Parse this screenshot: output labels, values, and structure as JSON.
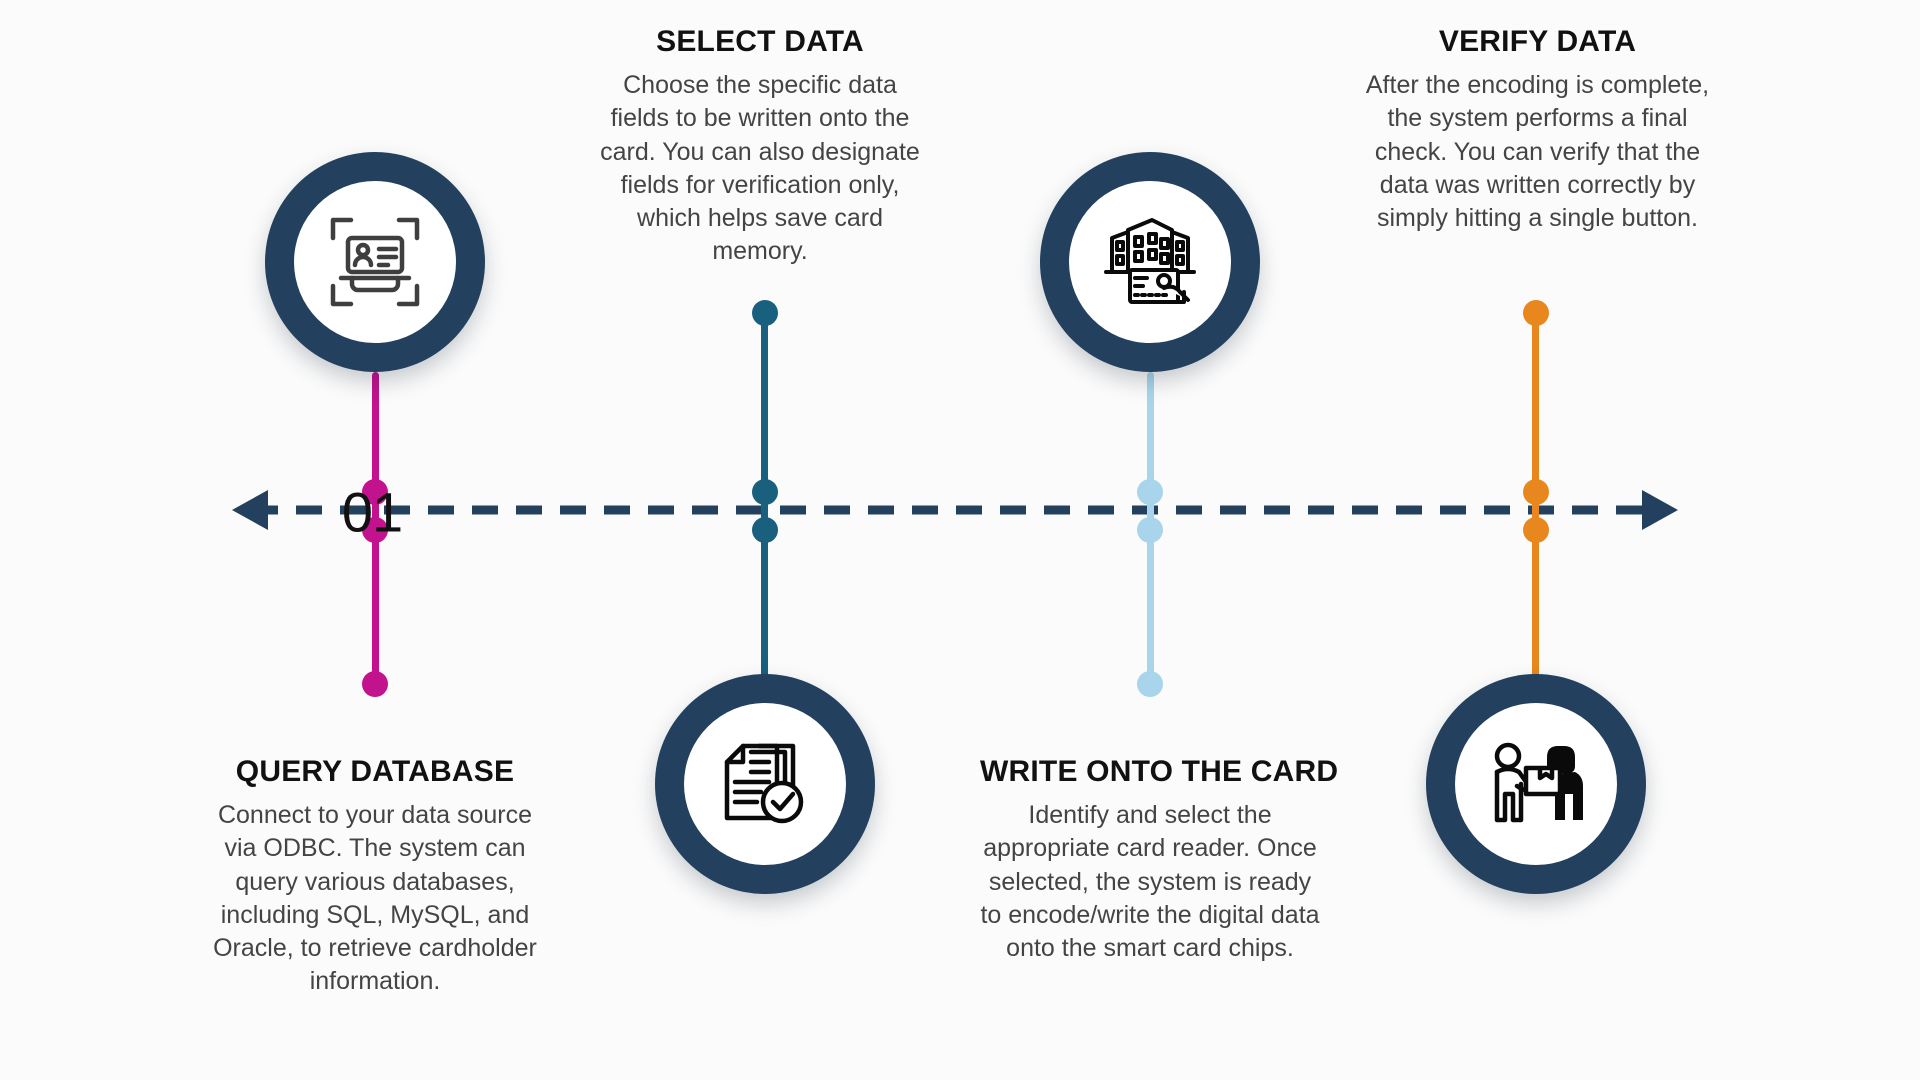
{
  "diagram": {
    "type": "timeline-process",
    "orientation": "horizontal",
    "axis": {
      "label": "process-timeline",
      "style": "dashed",
      "color": "#23405E",
      "left_arrow": "◀",
      "right_arrow": "▶"
    },
    "colors": {
      "circle_ring": "#23405E",
      "circle_fill": "#FFFFFF",
      "axis": "#23405E",
      "title": "#111111",
      "body": "#444444",
      "background": "#FBFBFB"
    },
    "steps": [
      {
        "number": "01",
        "title": "QUERY DATABASE",
        "body": "Connect to your data source via ODBC. The system can query various databases, including SQL, MySQL, and Oracle, to retrieve cardholder information.",
        "connector_color": "#C2128D",
        "icon": "id-card-scan-icon",
        "icon_position": "above",
        "text_position": "below"
      },
      {
        "number": "",
        "title": "SELECT DATA",
        "body": "Choose the specific data fields to be written onto the card. You can also designate fields for verification only, which helps save card memory.",
        "connector_color": "#19607F",
        "icon": "documents-checkmark-icon",
        "icon_position": "below",
        "text_position": "above"
      },
      {
        "number": "",
        "title": "WRITE ONTO THE CARD",
        "body": "Identify and select the appropriate card reader. Once selected, the system is ready to encode/write the digital data onto the smart card chips.",
        "connector_color": "#A8D5EC",
        "icon": "building-card-hand-icon",
        "icon_position": "above",
        "text_position": "below"
      },
      {
        "number": "",
        "title": "VERIFY DATA",
        "body": "After the encoding is complete, the system performs a final check. You can verify that the data was written correctly by simply hitting a single button.",
        "connector_color": "#E8871E",
        "icon": "package-handover-icon",
        "icon_position": "below",
        "text_position": "above"
      }
    ]
  }
}
